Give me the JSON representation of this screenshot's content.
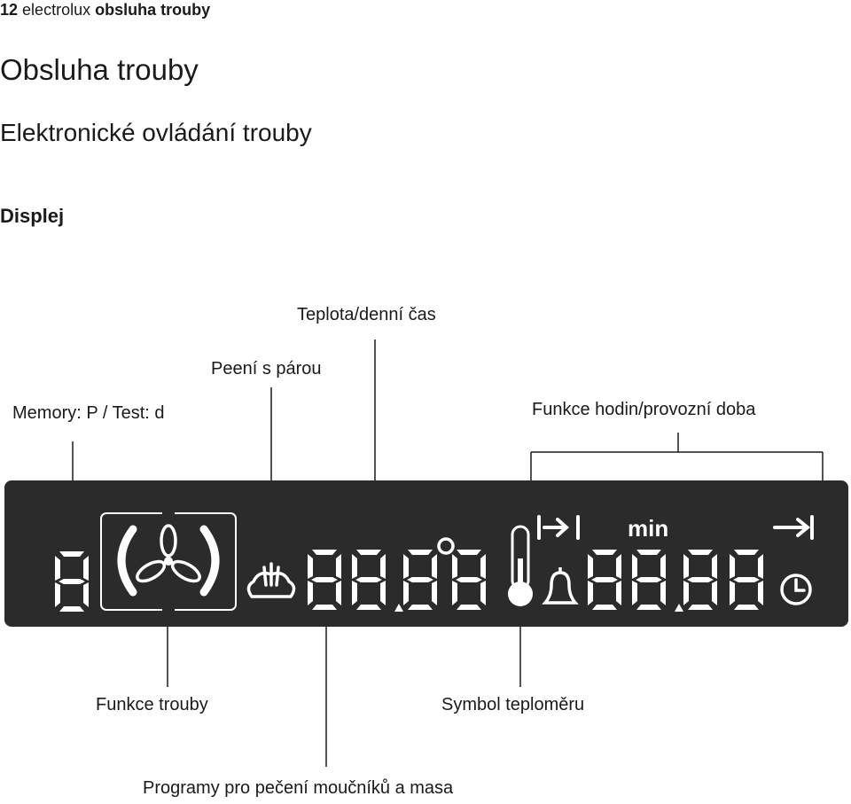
{
  "header": {
    "page_number": "12",
    "brand": "electrolux",
    "section": "obsluha trouby"
  },
  "title": "Obsluha trouby",
  "subtitle": "Elektronické ovládání trouby",
  "section_heading": "Displej",
  "labels": {
    "temperature_time": "Teplota/denní čas",
    "steam": "Peení s párou",
    "memory_test": "Memory: P / Test: d",
    "clock_functions": "Funkce hodin/provozní doba",
    "oven_function": "Funkce trouby",
    "thermometer_symbol": "Symbol teploměru",
    "programs": "Programy pro pečení moučníků a masa"
  },
  "display": {
    "min_label": "min",
    "colors": {
      "panel": "#2b2b2b",
      "segment": "#ffffff"
    }
  }
}
